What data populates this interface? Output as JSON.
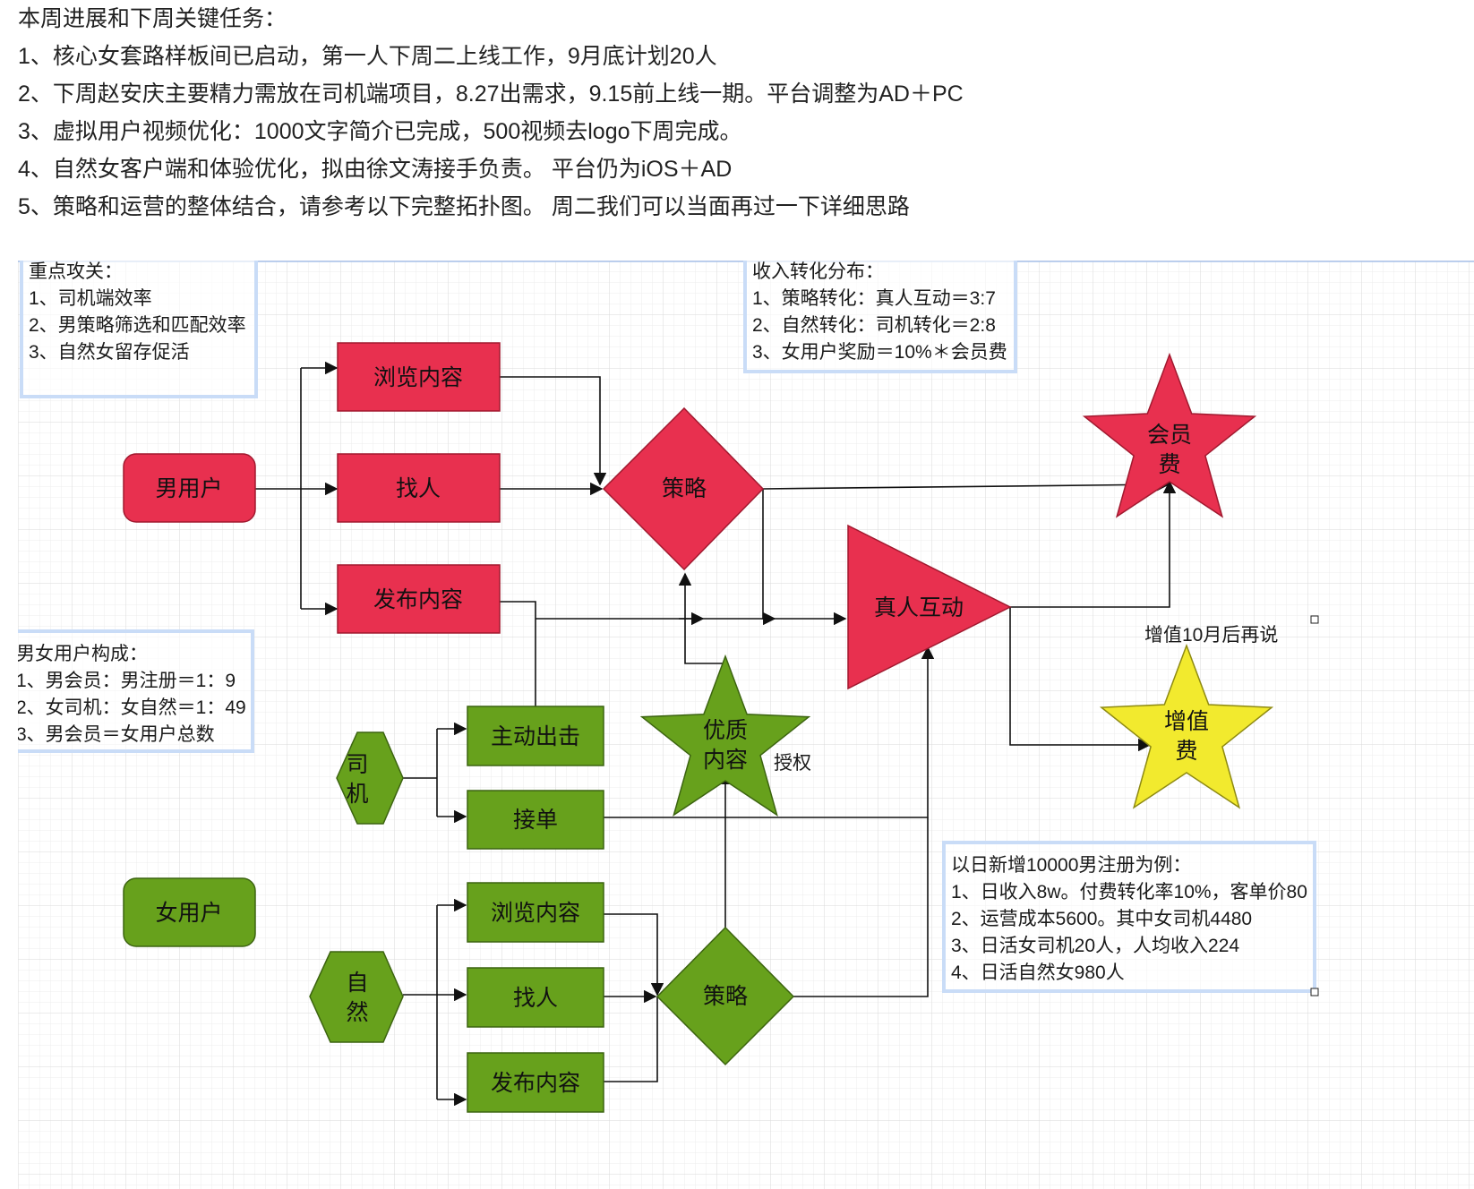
{
  "header": {
    "title": "本周进展和下周关键任务：",
    "items": [
      "1、核心女套路样板间已启动，第一人下周二上线工作，9月底计划20人",
      "2、下周赵安庆主要精力需放在司机端项目，8.27出需求，9.15前上线一期。平台调整为AD＋PC",
      "3、虚拟用户视频优化：1000文字简介已完成，500视频去logo下周完成。",
      "4、自然女客户端和体验优化，拟由徐文涛接手负责。 平台仍为iOS＋AD",
      "5、策略和运营的整体结合，请参考以下完整拓扑图。 周二我们可以当面再过一下详细思路"
    ]
  },
  "diagram": {
    "colors": {
      "male_fill": "#E8304F",
      "female_fill": "#67A11C",
      "yellow_fill": "#F2EA2E",
      "note_border": "#C9DCF7",
      "grid": "#E3E3E3"
    },
    "notes": {
      "focus": {
        "title": "重点攻关：",
        "lines": [
          "1、司机端效率",
          "2、男策略筛选和匹配效率",
          "3、自然女留存促活"
        ]
      },
      "revenue": {
        "title": "收入转化分布：",
        "lines": [
          "1、策略转化：真人互动＝3:7",
          "2、自然转化：司机转化＝2:8",
          "3、女用户奖励＝10%＊会员费"
        ]
      },
      "composition": {
        "title": "男女用户构成：",
        "lines": [
          "1、男会员：男注册＝1：9",
          "2、女司机：女自然＝1：49",
          "3、男会员＝女用户总数"
        ]
      },
      "example": {
        "title": "以日新增10000男注册为例：",
        "lines": [
          "1、日收入8w。付费转化率10%，客单价80",
          "2、运营成本5600。其中女司机4480",
          "3、日活女司机20人，人均收入224",
          "4、日活自然女980人"
        ]
      }
    },
    "nodes": {
      "male_user": "男用户",
      "male_browse": "浏览内容",
      "male_find": "找人",
      "male_post": "发布内容",
      "strategy_top": "策略",
      "real_interaction": "真人互动",
      "membership_fee": [
        "会员",
        "费"
      ],
      "value_added_fee": [
        "增值",
        "费"
      ],
      "quality_content": [
        "优质",
        "内容"
      ],
      "driver": [
        "司",
        "机"
      ],
      "active_hit": "主动出击",
      "take_order": "接单",
      "female_user": "女用户",
      "natural": [
        "自",
        "然"
      ],
      "female_browse": "浏览内容",
      "female_find": "找人",
      "female_post": "发布内容",
      "strategy_bottom": "策略"
    },
    "labels": {
      "authorize": "授权",
      "value_added_later": "增值10月后再说"
    }
  }
}
